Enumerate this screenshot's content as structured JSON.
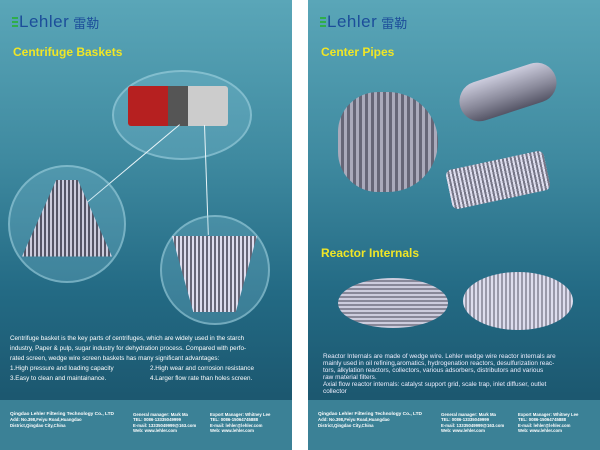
{
  "logo": {
    "name": "Lehler",
    "cn": "雷勒"
  },
  "left": {
    "title": "Centrifuge  Baskets",
    "paragraph": [
      "Centrifuge basket is the key parts of centrifuges, which are widely used in the starch",
      "industry, Paper & pulp, sugar industry for dehydration process. Compared with perfo-",
      "rated screen, wedge wire screen baskets has many significant advantages:"
    ],
    "advantages": [
      "1.High pressure and loading capacity",
      "2.High wear and corrosion resistance",
      "3.Easy to clean and maintainance.",
      "4.Larger flow rate than holes screen."
    ]
  },
  "right": {
    "title": "Center Pipes",
    "title2": "Reactor Internals",
    "paragraph": [
      "Reactor Internals are made of wedge wire. Lehler wedge wire reactor internals are",
      "mainly used in oil refining,aromatics, hydrogenation reactors, desulfurization  reac-",
      "tors, alkylation reactors, collectors, various adsorbers,  distributors and various",
      "raw material filters.",
      "Axial flow reactor internals: catalyst support grid, scale trap, inlet diffuser, outlet",
      "collector"
    ]
  },
  "footer": {
    "company": "Qingdao Lehler Filtering Technology Co., LTD",
    "address": [
      "Add: No.398,Feiyu Road,Huangdao",
      "District,Qingdao City,China"
    ],
    "gm": [
      "General manager: Mark Ma",
      "TEL: 0086-13335049999",
      "E-mail: 13335049999@163.com",
      "Web: www.lehler.com"
    ],
    "em": [
      "Export Manager: Whitney Lee",
      "TEL: 0086-15064745888",
      "E-mail: lehler@lehler.com",
      "Web: www.lehler.com"
    ]
  }
}
